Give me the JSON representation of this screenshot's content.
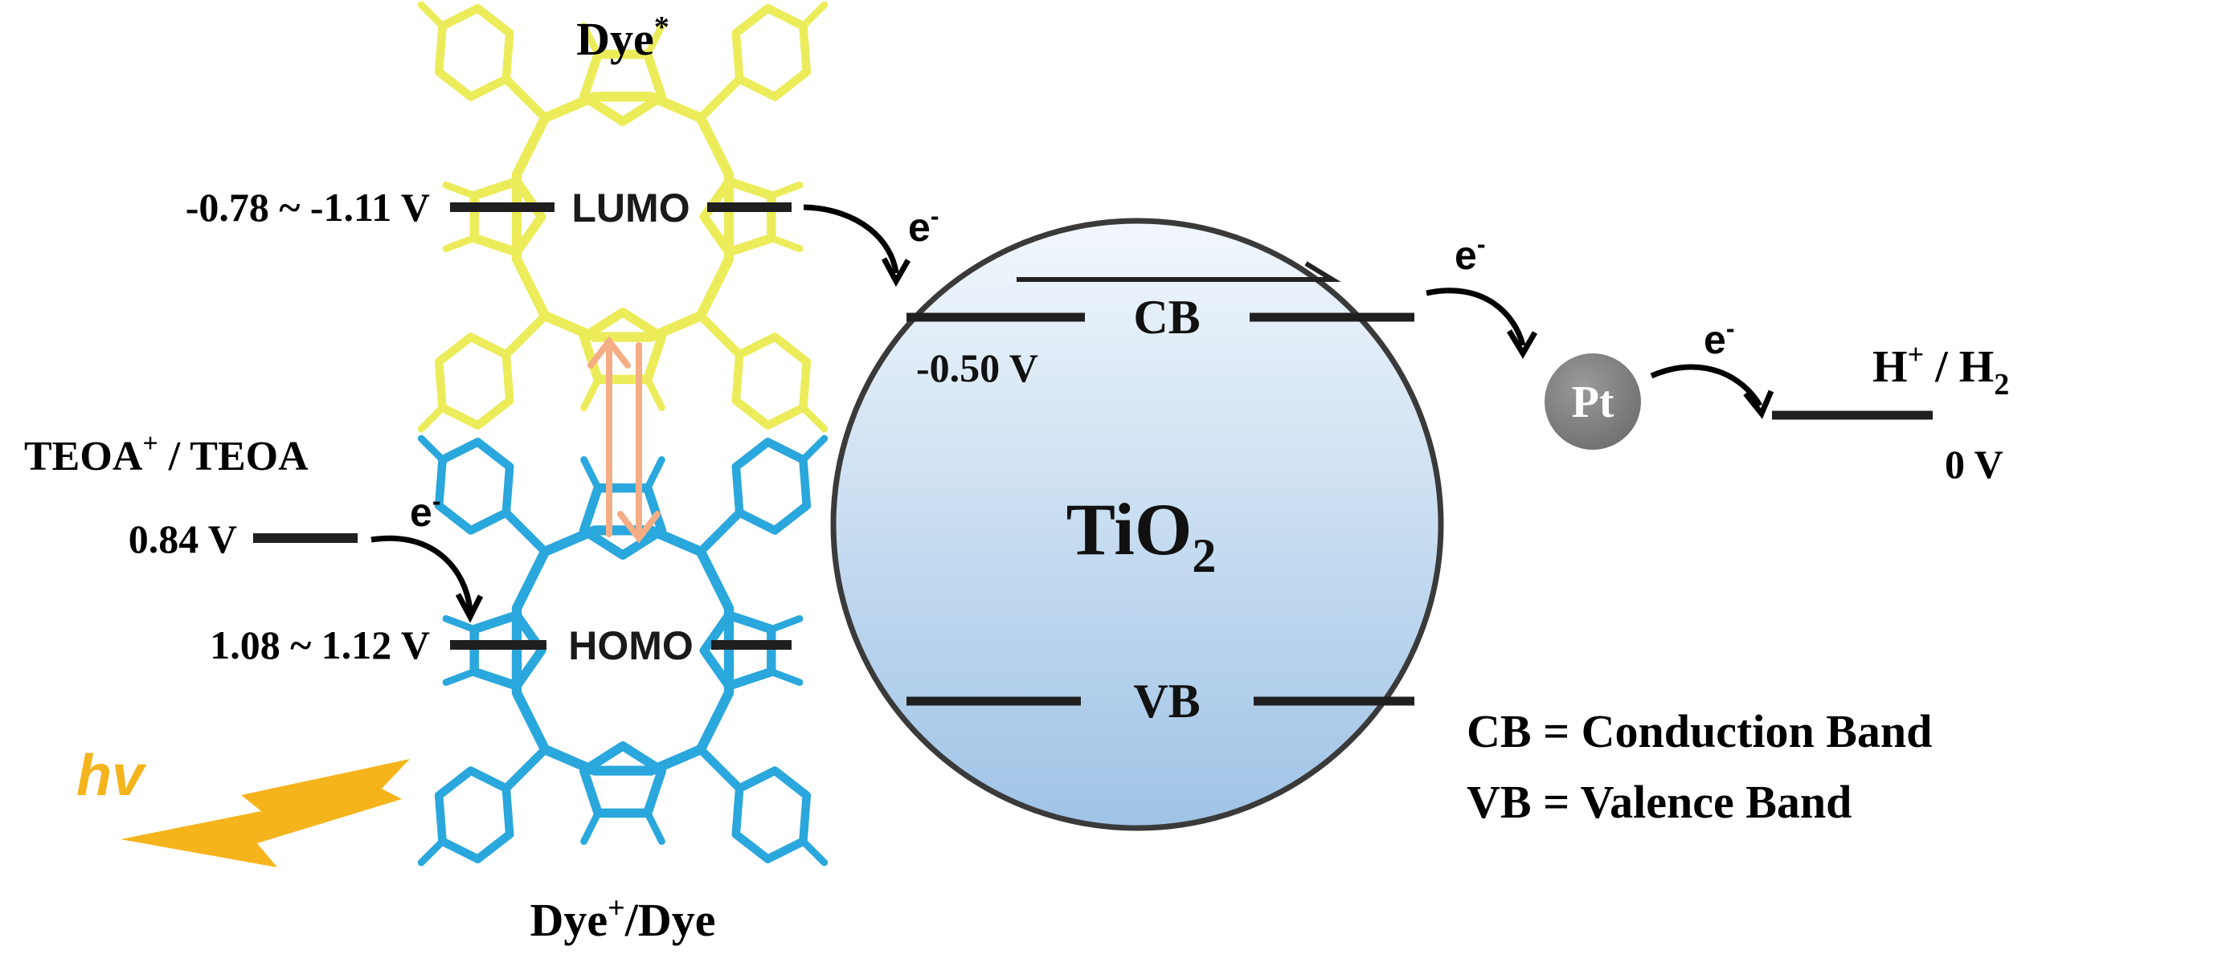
{
  "dye_excited": {
    "label": "Dye",
    "sup": "*"
  },
  "dye_ground": {
    "label_a": "Dye",
    "sup": "+",
    "label_b": "/Dye"
  },
  "lumo": {
    "label": "LUMO",
    "potential": "-0.78 ~ -1.11 V"
  },
  "homo": {
    "label": "HOMO",
    "potential": "1.08 ~ 1.12 V"
  },
  "teoa": {
    "label_a": "TEOA",
    "sup": "+",
    "label_b": " / TEOA",
    "potential": "0.84 V"
  },
  "electron": {
    "letter": "e",
    "sup": "-"
  },
  "tio2": {
    "label": "TiO",
    "sub": "2",
    "cb_label": "CB",
    "vb_label": "VB",
    "cb_potential": "-0.50 V"
  },
  "pt": {
    "label": "Pt"
  },
  "hydrogen": {
    "label_a": "H",
    "sup": "+",
    "label_b": " / H",
    "sub": "2",
    "potential": "0 V"
  },
  "light": {
    "label": "hv"
  },
  "legend": {
    "line1": "CB = Conduction Band",
    "line2": "VB = Valence Band"
  },
  "colors": {
    "dye_excited": "#ecec5a",
    "dye_ground": "#2aa7dc",
    "sphere_top": "#f2f7fc",
    "sphere_bottom": "#9fc3e6",
    "pt": "#707070",
    "light": "#f5b41c",
    "excitation_arrow": "#f4ad84",
    "line": "#1f1f1f"
  }
}
